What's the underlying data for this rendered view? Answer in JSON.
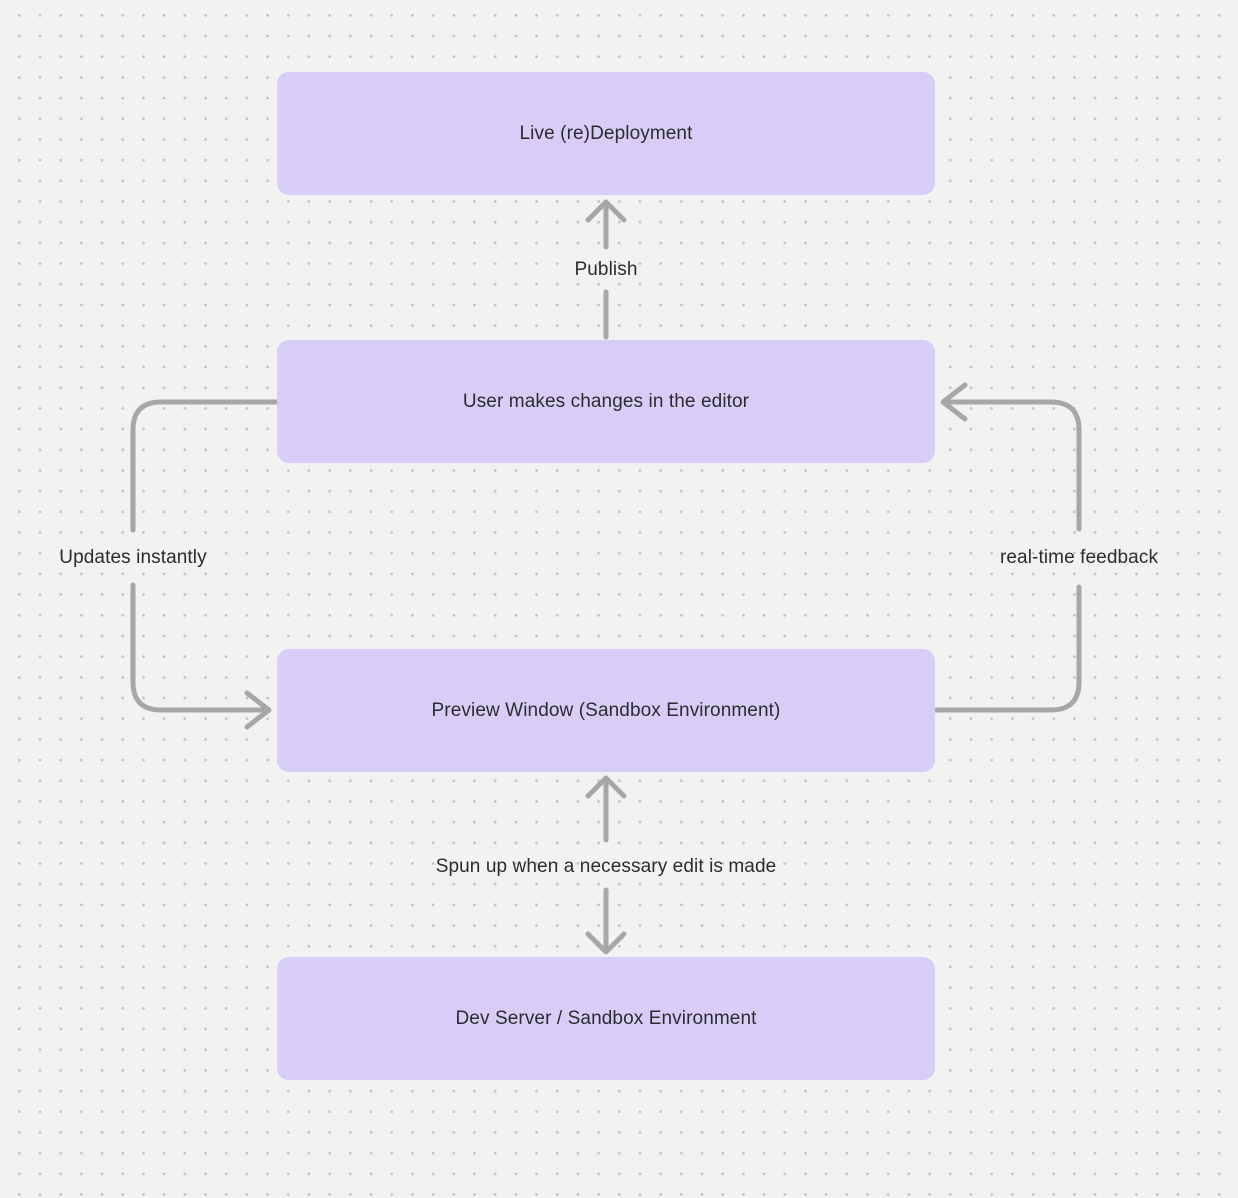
{
  "theme": {
    "bg": "#f2f2f0",
    "dot": "#c6c5c4",
    "node-fill": "#d7cdf6",
    "arrow": "#a7a7a7",
    "text": "#2c2c30"
  },
  "diagram": {
    "type": "flowchart",
    "background": "dot-grid"
  },
  "nodes": [
    {
      "id": "live-redeployment",
      "label": "Live (re)Deployment"
    },
    {
      "id": "user-editor",
      "label": "User makes changes in the editor"
    },
    {
      "id": "preview-window",
      "label": "Preview Window (Sandbox Environment)"
    },
    {
      "id": "dev-server",
      "label": "Dev Server / Sandbox Environment"
    }
  ],
  "edges": [
    {
      "id": "publish",
      "label": "Publish",
      "from": "user-editor",
      "to": "live-redeployment",
      "arrow": "up"
    },
    {
      "id": "updates-instantly",
      "label": "Updates instantly",
      "from": "user-editor",
      "to": "preview-window",
      "arrow": "left-side-loop"
    },
    {
      "id": "real-time-feedback",
      "label": "real-time feedback",
      "from": "preview-window",
      "to": "user-editor",
      "arrow": "right-side-loop"
    },
    {
      "id": "spun-up",
      "label": "Spun up when a necessary edit is made",
      "from": "preview-window",
      "to": "dev-server",
      "arrow": "bidirectional"
    }
  ]
}
